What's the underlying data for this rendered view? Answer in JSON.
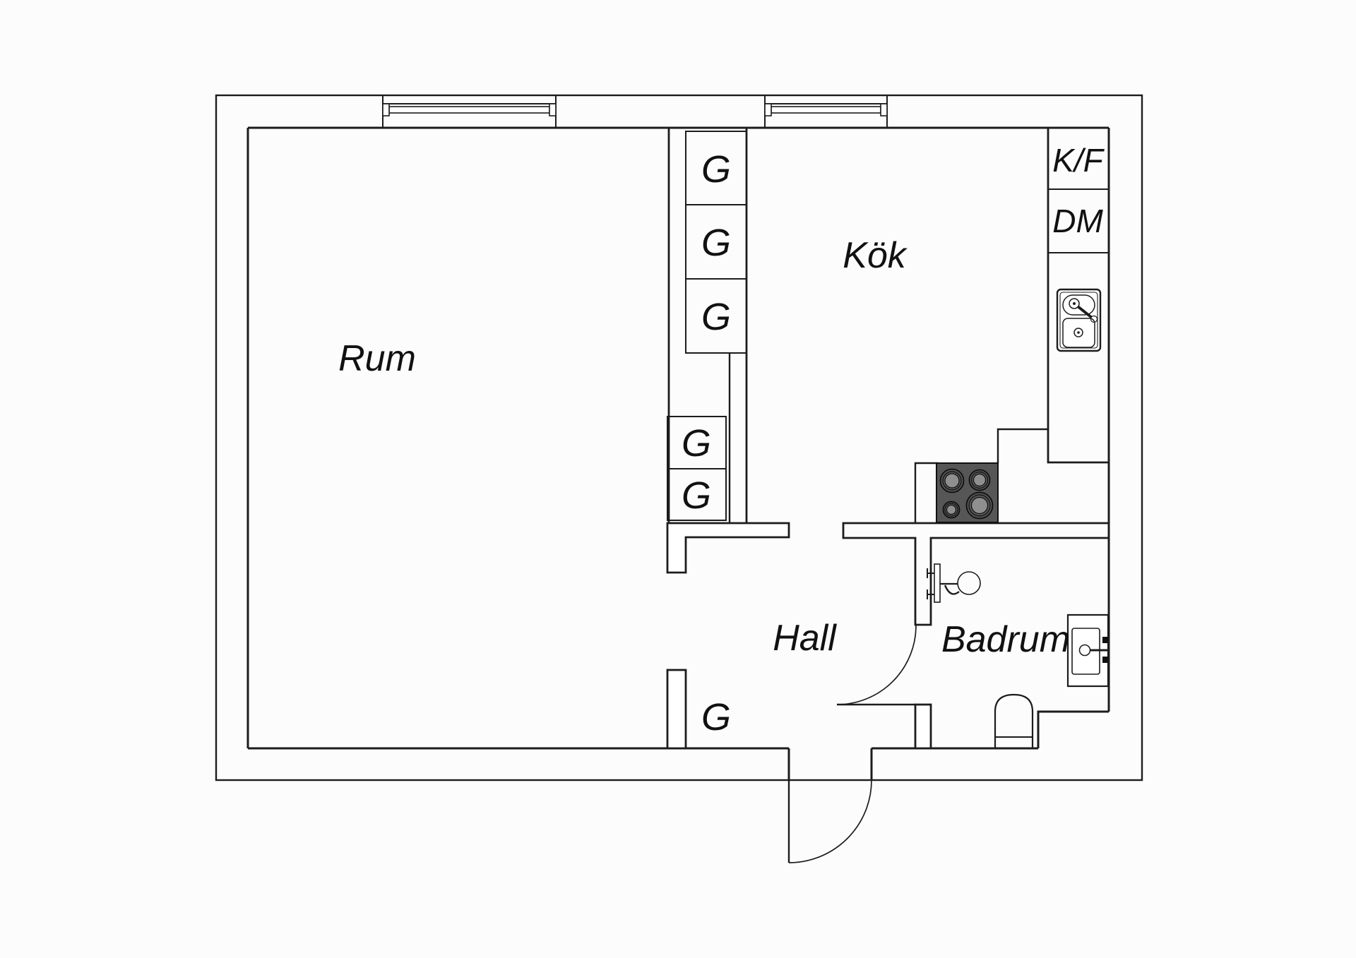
{
  "rooms": {
    "rum": {
      "label": "Rum"
    },
    "kok": {
      "label": "Kök"
    },
    "hall": {
      "label": "Hall"
    },
    "badrum": {
      "label": "Badrum"
    }
  },
  "closets": [
    {
      "label": "G"
    },
    {
      "label": "G"
    },
    {
      "label": "G"
    },
    {
      "label": "G"
    },
    {
      "label": "G"
    },
    {
      "label": "G"
    }
  ],
  "appliances": {
    "kf": {
      "label": "K/F",
      "meaning": "fridge-freezer"
    },
    "dm": {
      "label": "DM",
      "meaning": "dishwasher"
    }
  },
  "colors": {
    "background": "#fcfcfc",
    "line": "#1c1c1c",
    "text": "#111111",
    "stove_fill": "#565656",
    "burner_fill": "#8f8f8f"
  }
}
